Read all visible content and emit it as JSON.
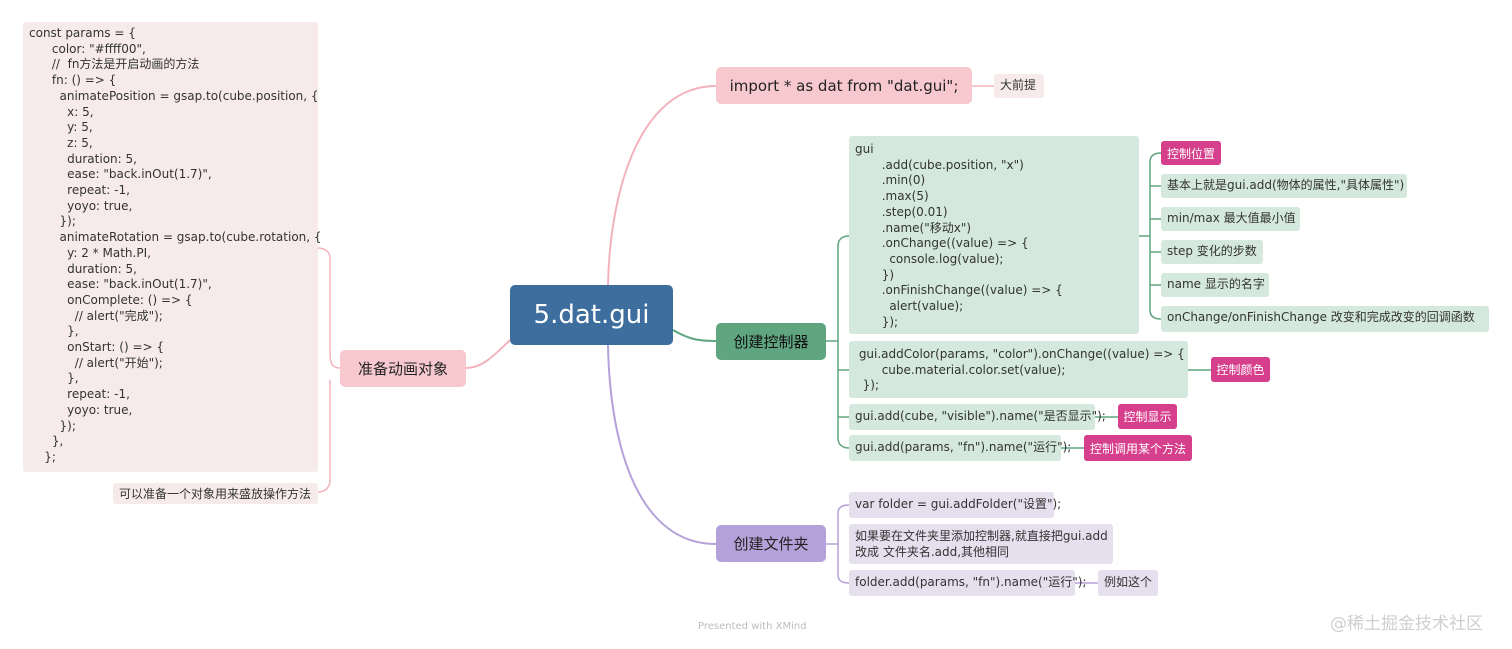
{
  "root": {
    "title": "5.dat.gui"
  },
  "left_branch": {
    "label": "准备动画对象",
    "code": "const params = {\n      color: \"#ffff00\",\n      //  fn方法是开启动画的方法\n      fn: () => {\n        animatePosition = gsap.to(cube.position, {\n          x: 5,\n          y: 5,\n          z: 5,\n          duration: 5,\n          ease: \"back.inOut(1.7)\",\n          repeat: -1,\n          yoyo: true,\n        });\n        animateRotation = gsap.to(cube.rotation, {\n          y: 2 * Math.PI,\n          duration: 5,\n          ease: \"back.inOut(1.7)\",\n          onComplete: () => {\n            // alert(\"完成\");\n          },\n          onStart: () => {\n            // alert(\"开始\");\n          },\n          repeat: -1,\n          yoyo: true,\n        });\n      },\n    };",
    "note": "可以准备一个对象用来盛放操作方法"
  },
  "import_branch": {
    "label": "import * as dat from \"dat.gui\";",
    "note": "大前提"
  },
  "controller_branch": {
    "label": "创建控制器",
    "code_add": "gui\n       .add(cube.position, \"x\")\n       .min(0)\n       .max(5)\n       .step(0.01)\n       .name(\"移动x\")\n       .onChange((value) => {\n         console.log(value);\n       })\n       .onFinishChange((value) => {\n         alert(value);\n       });",
    "add_tag": "控制位置",
    "add_notes": [
      "基本上就是gui.add(物体的属性,\"具体属性\")",
      "min/max 最大值最小值",
      "step 变化的步数",
      "name 显示的名字",
      "onChange/onFinishChange 改变和完成改变的回调函数"
    ],
    "code_color": " gui.addColor(params, \"color\").onChange((value) => {\n       cube.material.color.set(value);\n  });",
    "color_tag": "控制颜色",
    "code_visible": "gui.add(cube, \"visible\").name(\"是否显示\");",
    "visible_tag": "控制显示",
    "code_fn": "gui.add(params, \"fn\").name(\"运行\");",
    "fn_tag": "控制调用某个方法"
  },
  "folder_branch": {
    "label": "创建文件夹",
    "code_folder": "var folder = gui.addFolder(\"设置\");",
    "note_folder": "如果要在文件夹里添加控制器,就直接把gui.add\n改成 文件夹名.add,其他相同",
    "code_add": "folder.add(params, \"fn\").name(\"运行\");",
    "example": "例如这个"
  },
  "footer": {
    "watermark": "Presented with XMind",
    "credit": "@稀土掘金技术社区"
  },
  "colors": {
    "root": "#3d6e9d",
    "pink": "#f7c9cf",
    "green": "#5fa57f",
    "purple": "#b5a1d9",
    "tag": "#d63f8c"
  }
}
